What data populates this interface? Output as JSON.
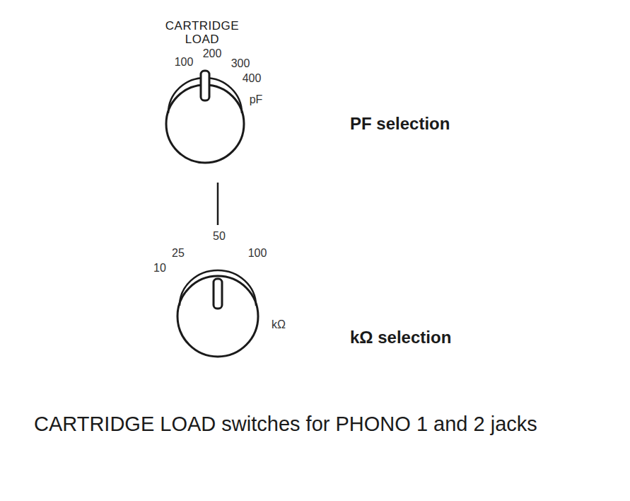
{
  "diagram": {
    "caption": "CARTRIDGE LOAD switches for PHONO 1 and 2 jacks",
    "labels": [
      "CARTRIDGE LOAD",
      "100",
      "200",
      "300",
      "400",
      "pF",
      "PF selection",
      "10",
      "25",
      "50",
      "100",
      "kΩ",
      "kΩ selection"
    ]
  }
}
